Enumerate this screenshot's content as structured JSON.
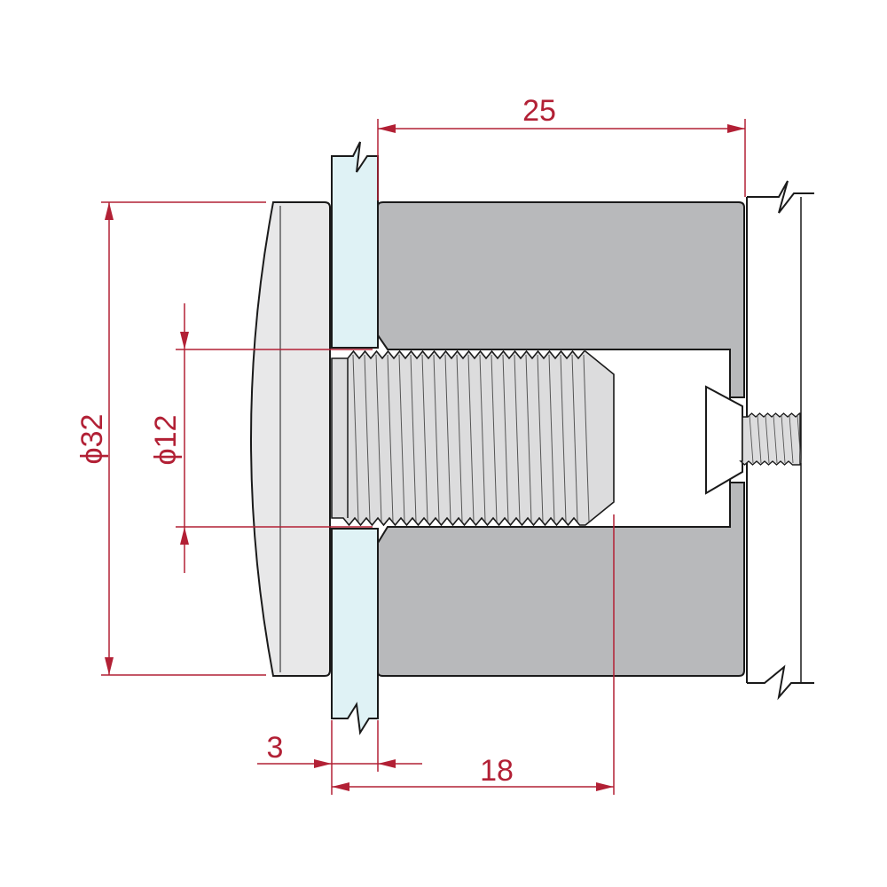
{
  "dimensions": {
    "length_total": "25",
    "diameter_outer": "ϕ32",
    "diameter_inner": "ϕ12",
    "glass_thickness": "3",
    "thread_length": "18"
  },
  "colors": {
    "dimension_line": "#b22035",
    "outline": "#1a1a1a",
    "body_fill": "#b8b9bb",
    "cap_fill": "#e8e8e9",
    "glass_fill": "#dff2f5",
    "thread_fill": "#dcdcdd",
    "background": "#ffffff"
  }
}
